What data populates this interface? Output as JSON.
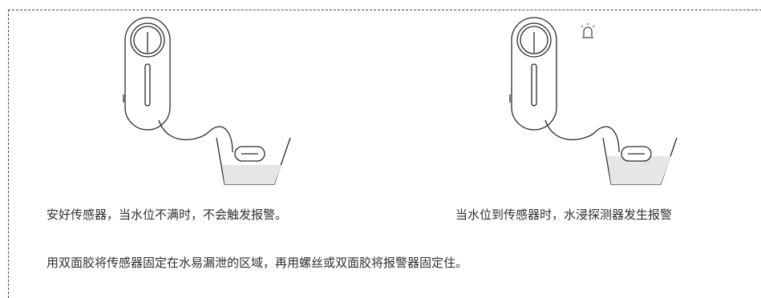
{
  "captions": {
    "left": "安好传感器，当水位不满时，不会触发报警。",
    "right": "当水位到传感器时，水浸探测器发生报警",
    "bottom": "用双面胶将传感器固定在水易漏泄的区域，再用螺丝或双面胶将报警器固定住。"
  },
  "colors": {
    "line": "#2a2a2a",
    "water": "#e6e6e6",
    "frame": "#444444"
  },
  "icons": {
    "alarm": "alarm-light-icon"
  }
}
